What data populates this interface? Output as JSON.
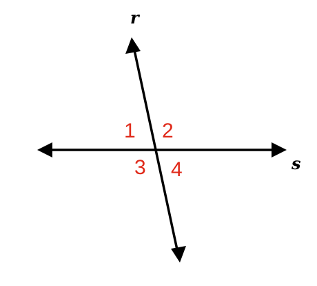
{
  "lines": {
    "r": {
      "label": "r"
    },
    "s": {
      "label": "s"
    }
  },
  "angles": [
    {
      "label": "1"
    },
    {
      "label": "2"
    },
    {
      "label": "3"
    },
    {
      "label": "4"
    }
  ],
  "colors": {
    "line": "#000000",
    "angle_label": "#e02a1a",
    "background": "#ffffff"
  }
}
